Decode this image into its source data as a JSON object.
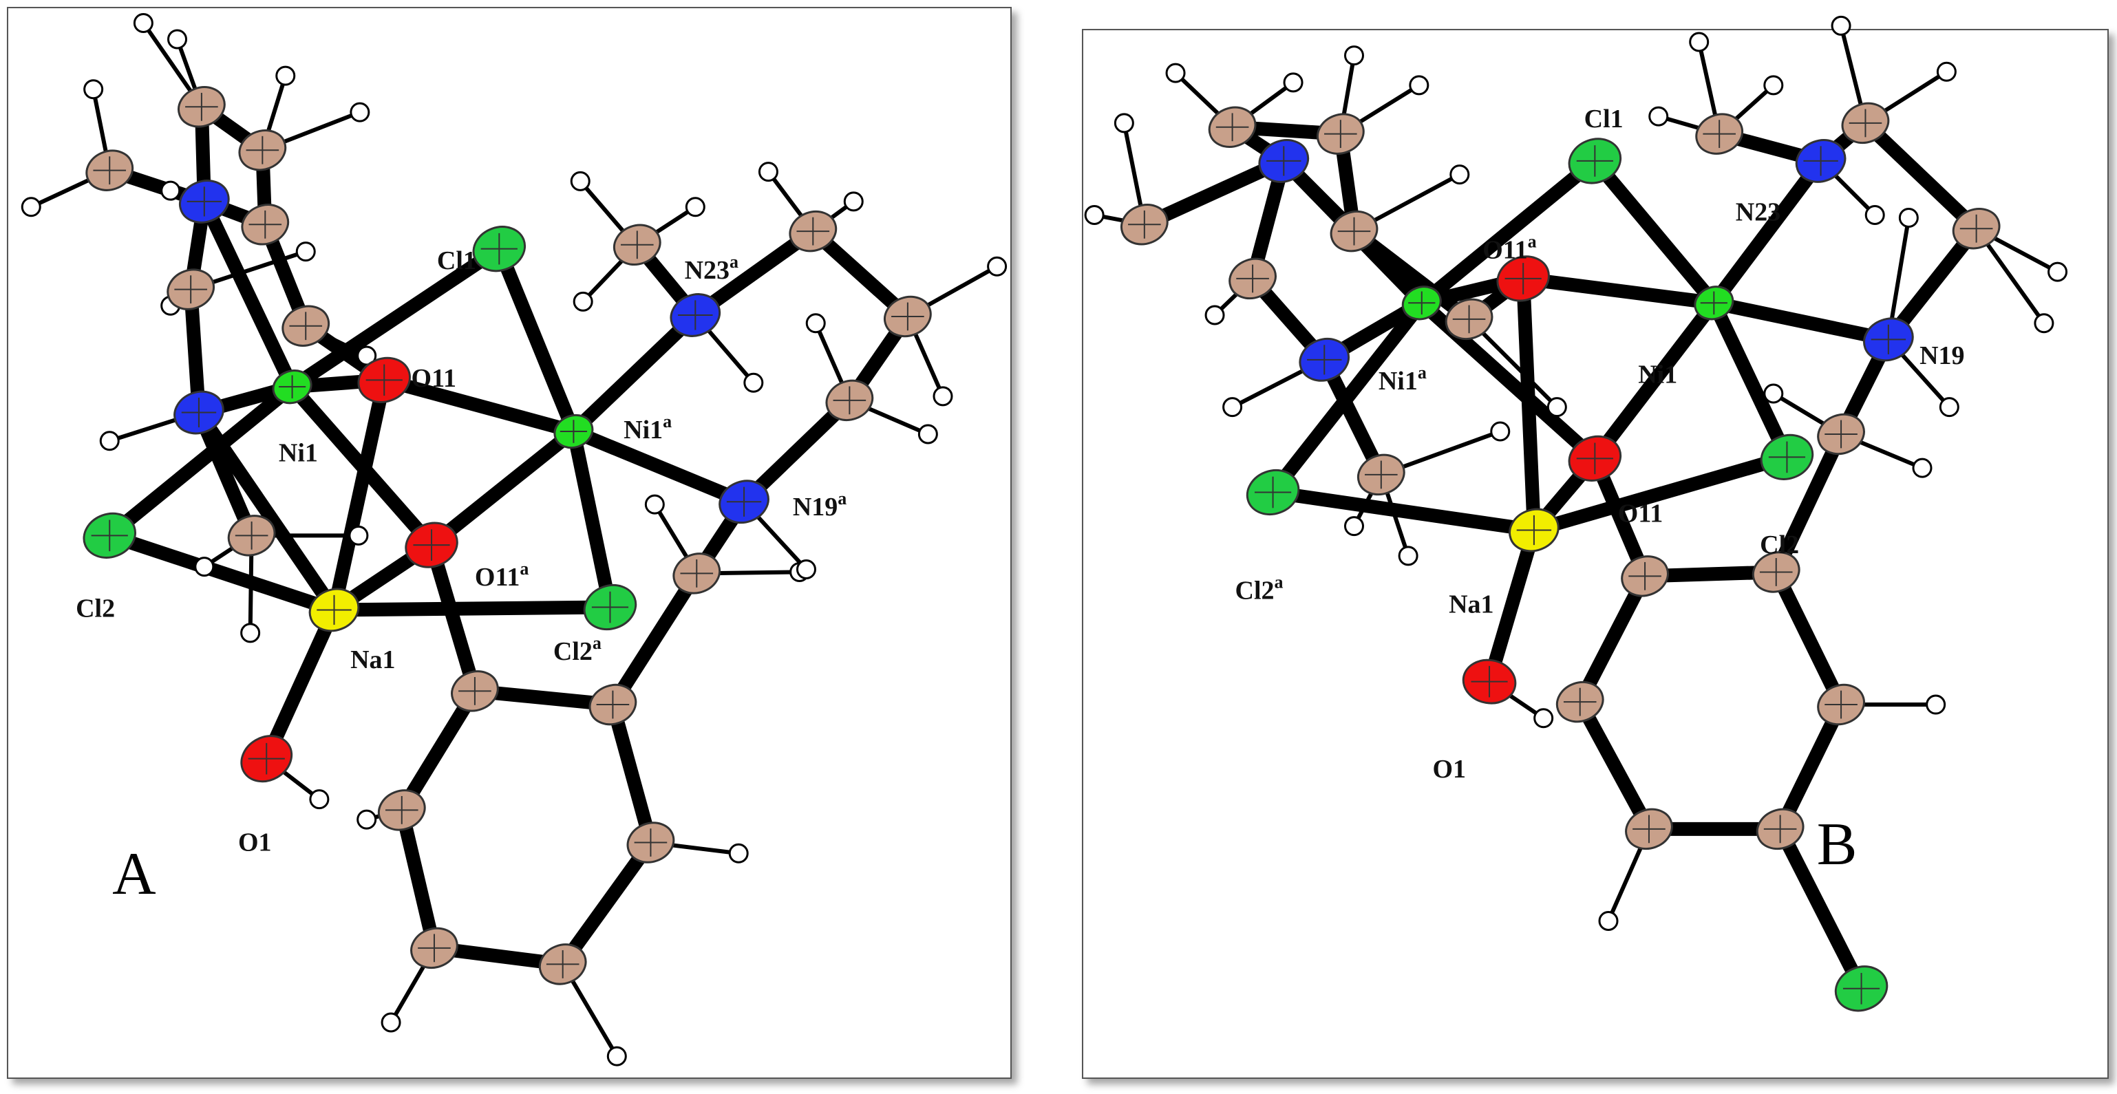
{
  "panels": [
    {
      "id": "A",
      "label": "A",
      "atom_labels": [
        {
          "id": "Cl1",
          "text": "Cl1",
          "sup": ""
        },
        {
          "id": "N23a",
          "text": "N23",
          "sup": "a"
        },
        {
          "id": "O11",
          "text": "O11",
          "sup": ""
        },
        {
          "id": "Ni1",
          "text": "Ni1",
          "sup": ""
        },
        {
          "id": "Ni1a",
          "text": "Ni1",
          "sup": "a"
        },
        {
          "id": "N19a",
          "text": "N19",
          "sup": "a"
        },
        {
          "id": "O11a",
          "text": "O11",
          "sup": "a"
        },
        {
          "id": "Cl2",
          "text": "Cl2",
          "sup": ""
        },
        {
          "id": "Cl2a",
          "text": "Cl2",
          "sup": "a"
        },
        {
          "id": "Na1",
          "text": "Na1",
          "sup": ""
        },
        {
          "id": "O1",
          "text": "O1",
          "sup": ""
        }
      ]
    },
    {
      "id": "B",
      "label": "B",
      "atom_labels": [
        {
          "id": "Cl1",
          "text": "Cl1",
          "sup": ""
        },
        {
          "id": "N23",
          "text": "N23",
          "sup": ""
        },
        {
          "id": "O11a",
          "text": "O11",
          "sup": "a"
        },
        {
          "id": "Ni1",
          "text": "Ni1",
          "sup": ""
        },
        {
          "id": "Ni1a",
          "text": "Ni1",
          "sup": "a"
        },
        {
          "id": "N19",
          "text": "N19",
          "sup": ""
        },
        {
          "id": "O11",
          "text": "O11",
          "sup": ""
        },
        {
          "id": "Cl2",
          "text": "Cl2",
          "sup": ""
        },
        {
          "id": "Cl2a",
          "text": "Cl2",
          "sup": "a"
        },
        {
          "id": "Na1",
          "text": "Na1",
          "sup": ""
        },
        {
          "id": "O1",
          "text": "O1",
          "sup": ""
        }
      ]
    }
  ],
  "colors": {
    "carbon": "#c8a08a",
    "nickel": "#22dd22",
    "nitrogen": "#2233ee",
    "oxygen": "#ee1111",
    "chlorine": "#22cc44",
    "sodium": "#f2ee00",
    "hydrogen": "#ffffff",
    "bond": "#000000"
  }
}
